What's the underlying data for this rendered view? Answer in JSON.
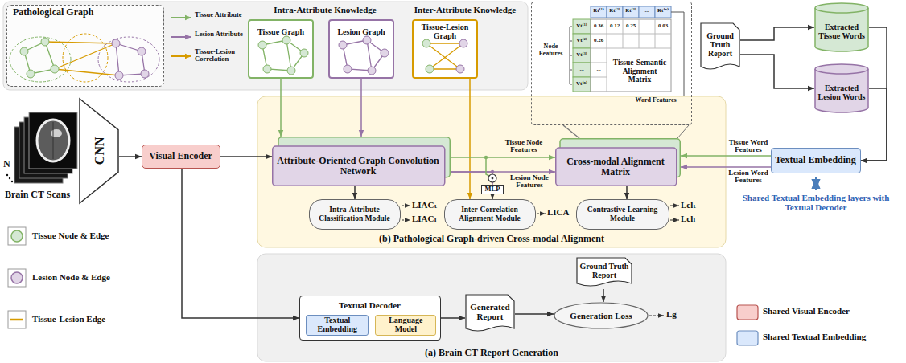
{
  "diagram": {
    "nodes": [
      {
        "text": [
          "Pathological Graph"
        ]
      },
      {
        "text": [
          "Tissue Graph"
        ]
      },
      {
        "text": [
          "Lesion Graph"
        ]
      },
      {
        "text": [
          "Tissue-Lesion Graph"
        ]
      },
      {
        "text": [
          "Tissue-Semantic Alignment Matrix"
        ]
      },
      {
        "text": [
          "Ground Truth Report"
        ]
      },
      {
        "text": [
          "Extracted Tissue Words"
        ]
      },
      {
        "text": [
          "Extracted Lesion Words"
        ]
      },
      {
        "text": [
          "CNN"
        ]
      },
      {
        "text": [
          "Visual Encoder"
        ]
      },
      {
        "text": [
          "(b) Pathological Graph-driven Cross-modal Alignment"
        ]
      },
      {
        "text": [
          "Attribute-Oriented Graph Convolution Network"
        ],
        "in": 10
      },
      {
        "text": [
          "Cross-modal Alignment Matrix"
        ],
        "in": 10
      },
      {
        "text": [
          "MLP"
        ],
        "in": 10
      },
      {
        "text": [
          "Intra-Attribute Classification Module"
        ],
        "in": 10
      },
      {
        "text": [
          "Inter-Correlation Alignment Module"
        ],
        "in": 10
      },
      {
        "text": [
          "Contrastive Learning Module"
        ],
        "in": 10
      },
      {
        "text": [
          "Textual Embedding"
        ]
      },
      {
        "text": [
          "(a) Brain CT Report Generation"
        ]
      },
      {
        "text": [
          "Textual Decoder"
        ],
        "in": 18
      },
      {
        "text": [
          "Textual Embedding"
        ],
        "in": 19
      },
      {
        "text": [
          "Language Model"
        ],
        "in": 19
      },
      {
        "text": [
          "Generated Report"
        ],
        "in": 18
      },
      {
        "text": [
          "Ground Truth Report"
        ],
        "in": 18
      },
      {
        "text": [
          "Generation Loss"
        ],
        "in": 18
      }
    ],
    "edges": [
      {
        "from": 8,
        "to": 9,
        "arrow": "to"
      },
      {
        "from": 9,
        "to": 11,
        "arrow": "to"
      },
      {
        "from": 9,
        "to": 19,
        "arrow": "to"
      },
      {
        "from": 1,
        "to": 11,
        "arrow": "to"
      },
      {
        "from": 2,
        "to": 11,
        "arrow": "to"
      },
      {
        "from": 3,
        "to": 15,
        "arrow": "to"
      },
      {
        "from": 11,
        "to": 14,
        "arrow": "to"
      },
      {
        "from": 11,
        "to": 12,
        "arrow": "to",
        "label": "Tissue Node Features"
      },
      {
        "from": 11,
        "to": 12,
        "arrow": "to",
        "label": "Lesion Node Features"
      },
      {
        "from": 11,
        "to": 13,
        "arrow": "to"
      },
      {
        "from": 13,
        "to": 15,
        "arrow": "to"
      },
      {
        "from": 12,
        "to": 16,
        "arrow": "to"
      },
      {
        "from": 12,
        "to": 4,
        "arrow": "none"
      },
      {
        "from": 17,
        "to": 12,
        "arrow": "to",
        "label": "Tissue Word Features"
      },
      {
        "from": 17,
        "to": 12,
        "arrow": "to",
        "label": "Lesion Word Features"
      },
      {
        "from": 5,
        "to": 6,
        "arrow": "to"
      },
      {
        "from": 5,
        "to": 7,
        "arrow": "to"
      },
      {
        "from": 6,
        "to": 17,
        "arrow": "to"
      },
      {
        "from": 7,
        "to": 17,
        "arrow": "to"
      },
      {
        "from": 19,
        "to": 22,
        "arrow": "to"
      },
      {
        "from": 22,
        "to": 24,
        "arrow": "to"
      },
      {
        "from": 23,
        "to": 24,
        "arrow": "to"
      }
    ],
    "labels": [
      "Intra-Attribute Knowledge",
      "Inter-Attribute Knowledge",
      "Rt⁽¹⁾",
      "Rt⁽²⁾",
      "Rt⁽³⁾",
      "...",
      "Rt⁽ⁿ⁾",
      "Node Features",
      "Vt⁽¹⁾",
      "Vt⁽²⁾",
      "Vt⁽³⁾",
      "...",
      "Vt⁽ⁿ⁾",
      "0.36",
      "0.12",
      "0.25",
      "...",
      "0.03",
      "0.26",
      "...",
      "Word Features",
      "N",
      "Brain CT Scans",
      "LIACₜ",
      "LIACₗ",
      "LICA",
      "Lclₜ",
      "Lclₗ",
      "Shared Textual Embedding layers with Textual Decoder",
      "Lg"
    ],
    "legend": [
      {
        "text": "Tissue Attribute"
      },
      {
        "text": "Lesion Attribute"
      },
      {
        "text": "Tissue-Lesion Correlation"
      },
      {
        "text": "Tissue Node & Edge"
      },
      {
        "text": "Lesion Node & Edge"
      },
      {
        "text": "Tissue-Lesion Edge"
      },
      {
        "text": "Shared Visual Encoder",
        "color": "#f8cecc"
      },
      {
        "text": "Shared Textual Embedding",
        "color": "#dae8fc"
      }
    ]
  }
}
